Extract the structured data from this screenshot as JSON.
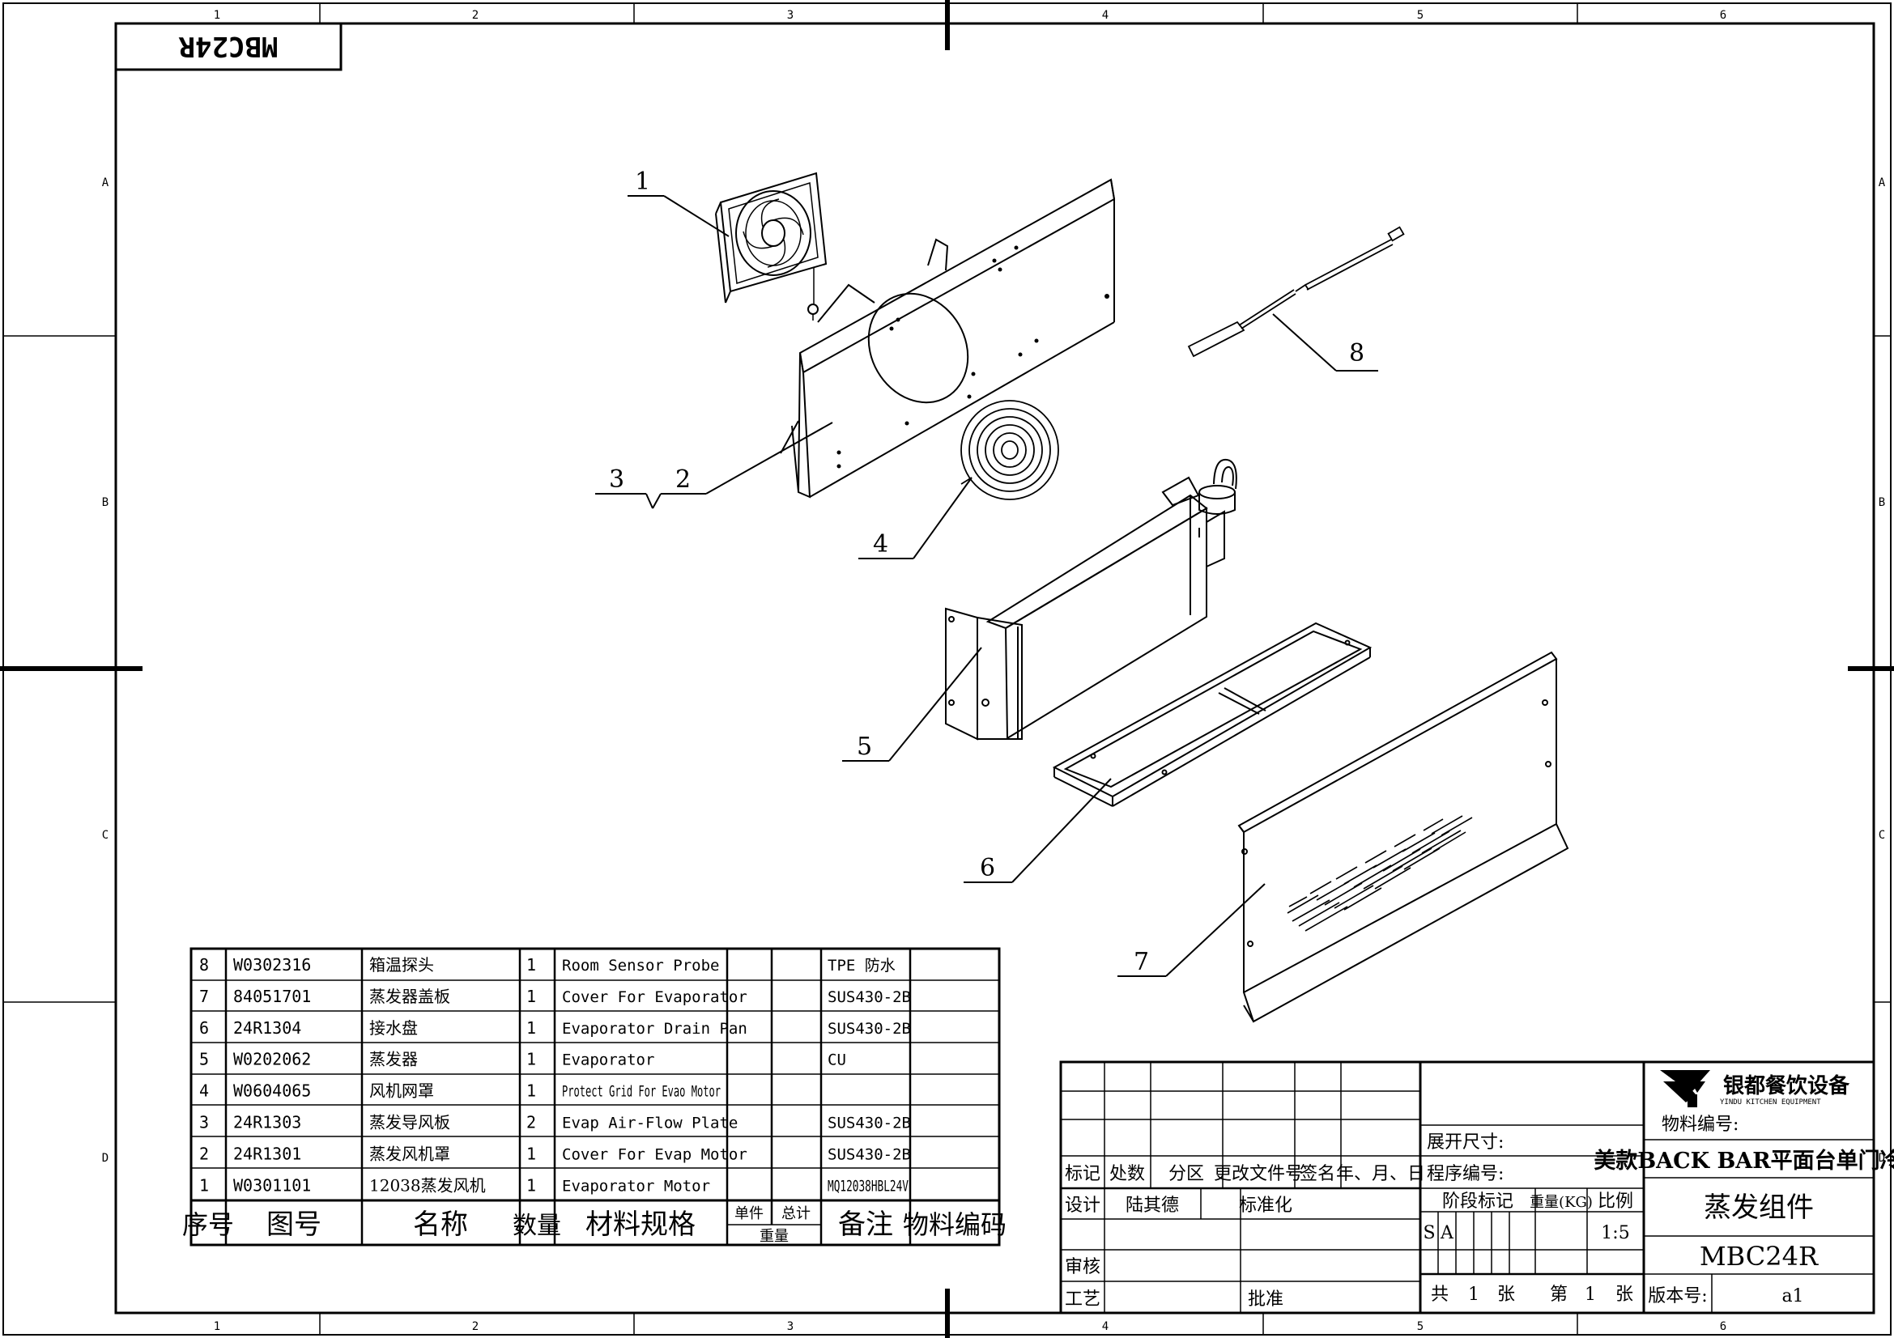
{
  "drawing_code_mirrored": "MBC24R",
  "border": {
    "columns": [
      "1",
      "2",
      "3",
      "4",
      "5",
      "6"
    ],
    "rows": [
      "A",
      "B",
      "C",
      "D"
    ]
  },
  "callouts": [
    "1",
    "2",
    "3",
    "4",
    "5",
    "6",
    "7",
    "8"
  ],
  "bom": {
    "rows": [
      {
        "no": "8",
        "part": "W0302316",
        "name": "箱温探头",
        "qty": "1",
        "spec": "Room Sensor Probe",
        "remark": "TPE 防水"
      },
      {
        "no": "7",
        "part": "84051701",
        "name": "蒸发器盖板",
        "qty": "1",
        "spec": "Cover For Evaporator",
        "remark": "SUS430-2B"
      },
      {
        "no": "6",
        "part": "24R1304",
        "name": "接水盘",
        "qty": "1",
        "spec": "Evaporator Drain Pan",
        "remark": "SUS430-2B"
      },
      {
        "no": "5",
        "part": "W0202062",
        "name": "蒸发器",
        "qty": "1",
        "spec": "Evaporator",
        "remark": "CU"
      },
      {
        "no": "4",
        "part": "W0604065",
        "name": "风机网罩",
        "qty": "1",
        "spec": "Protect Grid For Evao Motor",
        "remark": ""
      },
      {
        "no": "3",
        "part": "24R1303",
        "name": "蒸发导风板",
        "qty": "2",
        "spec": "Evap Air-Flow Plate",
        "remark": "SUS430-2B"
      },
      {
        "no": "2",
        "part": "24R1301",
        "name": "蒸发风机罩",
        "qty": "1",
        "spec": "Cover For Evap Motor",
        "remark": "SUS430-2B"
      },
      {
        "no": "1",
        "part": "W0301101",
        "name": "12038蒸发风机",
        "qty": "1",
        "spec": "Evaporator Motor",
        "remark": "MQ12038HBL24V"
      }
    ],
    "header": {
      "no": "序号",
      "part": "图号",
      "name": "名称",
      "qty": "数量",
      "spec": "材料规格",
      "unit": "单件",
      "total": "总计",
      "weight": "重量",
      "remark": "备注",
      "code": "物料编码"
    }
  },
  "title_block": {
    "rev_headers": [
      "标记",
      "处数",
      "分区",
      "更改文件号",
      "签名",
      "年、月、日"
    ],
    "design_label": "设计",
    "designer": "陆其德",
    "standard_label": "标准化",
    "review_label": "审核",
    "process_label": "工艺",
    "approve_label": "批准",
    "unfold_size_label": "展开尺寸:",
    "program_no_label": "程序编号:",
    "stage_label": "阶段标记",
    "weight_label": "重量(KG)",
    "scale_label": "比例",
    "stage_s": "S",
    "stage_a": "A",
    "scale": "1:5",
    "sheets_total_prefix": "共",
    "sheets_total": "1",
    "sheets_unit": "张",
    "sheet_no_prefix": "第",
    "sheet_no": "1",
    "sheet_unit": "张",
    "company_cn": "银都餐饮设备",
    "company_en": "YINDU KITCHEN EQUIPMENT",
    "material_code_label": "物料编号:",
    "product_title": "美款BACK BAR平面台单门冷柜",
    "assembly_name": "蒸发组件",
    "drawing_no": "MBC24R",
    "version_label": "版本号:",
    "version": "a1"
  }
}
